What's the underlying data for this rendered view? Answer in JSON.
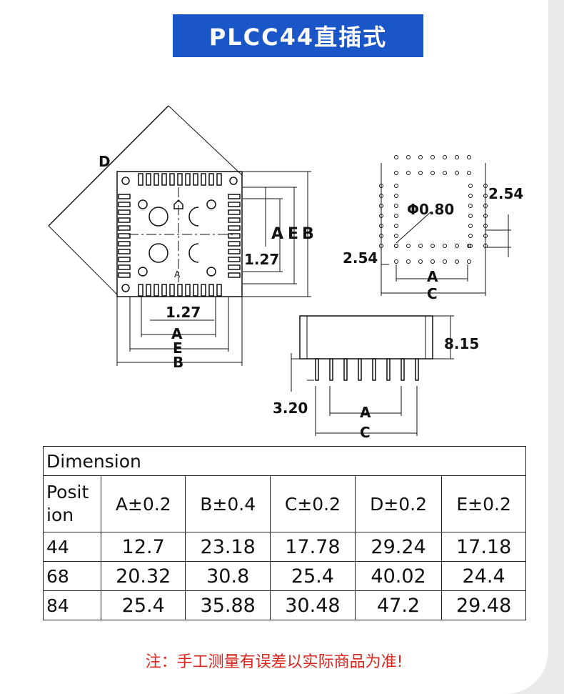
{
  "title": "PLCC44直插式",
  "colors": {
    "title_bg": "#1b56c8",
    "note": "#d8261f"
  },
  "drawing_labels": {
    "top_view": {
      "d": "D",
      "a": "A",
      "e": "E",
      "b": "B",
      "pitch_right": "1.27",
      "pitch_bottom": "1.27",
      "pin1": "A"
    },
    "footprint": {
      "hole": "Φ0.80",
      "pitch_right": "2.54",
      "pitch_left": "2.54",
      "a": "A",
      "c": "C"
    },
    "side_view": {
      "height": "8.15",
      "pin_length": "3.20",
      "a": "A",
      "c": "C"
    }
  },
  "table": {
    "header": "Dimension",
    "columns": [
      "Posit\nion",
      "A±0.2",
      "B±0.4",
      "C±0.2",
      "D±0.2",
      "E±0.2"
    ],
    "rows": [
      [
        "44",
        "12.7",
        "23.18",
        "17.78",
        "29.24",
        "17.18"
      ],
      [
        "68",
        "20.32",
        "30.8",
        "25.4",
        "40.02",
        "24.4"
      ],
      [
        "84",
        "25.4",
        "35.88",
        "30.48",
        "47.2",
        "29.48"
      ]
    ]
  },
  "note": "注：手工测量有误差以实际商品为准!"
}
